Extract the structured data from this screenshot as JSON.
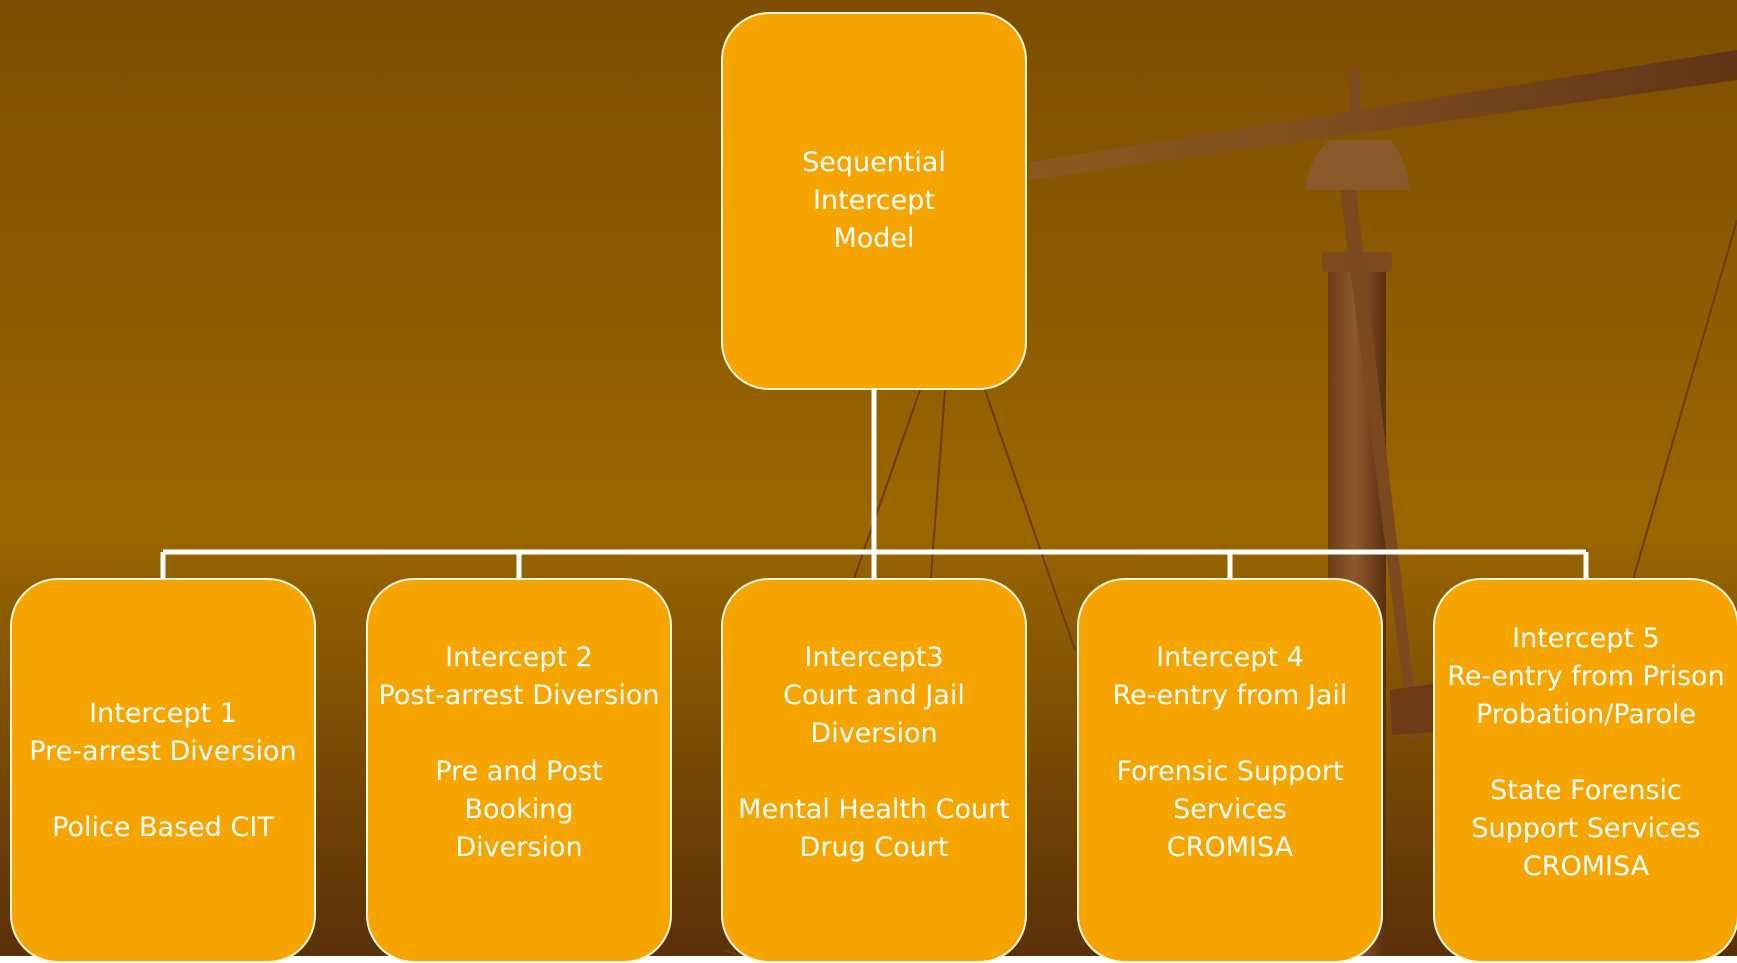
{
  "colors": {
    "background_top": "#7c4d00",
    "background_bottom": "#5a3008",
    "node_fill": "#f6a400",
    "node_border": "#fff6dc",
    "connector": "#ffffff"
  },
  "diagram": {
    "root": {
      "lines": [
        "Sequential",
        "Intercept",
        "Model"
      ]
    },
    "children": [
      {
        "lines": [
          "Intercept 1",
          "Pre-arrest Diversion",
          "",
          "Police Based CIT"
        ]
      },
      {
        "lines": [
          "Intercept 2",
          "Post-arrest Diversion",
          "",
          "Pre and Post",
          "Booking",
          "Diversion"
        ]
      },
      {
        "lines": [
          "Intercept3",
          "Court and Jail",
          "Diversion",
          "",
          "Mental Health Court",
          "Drug Court"
        ]
      },
      {
        "lines": [
          "Intercept 4",
          "Re-entry from Jail",
          "",
          "Forensic Support",
          "Services",
          "CROMISA"
        ]
      },
      {
        "lines": [
          "Intercept 5",
          "Re-entry from Prison",
          "Probation/Parole",
          "",
          "State Forensic",
          "Support Services",
          "CROMISA"
        ]
      }
    ]
  }
}
